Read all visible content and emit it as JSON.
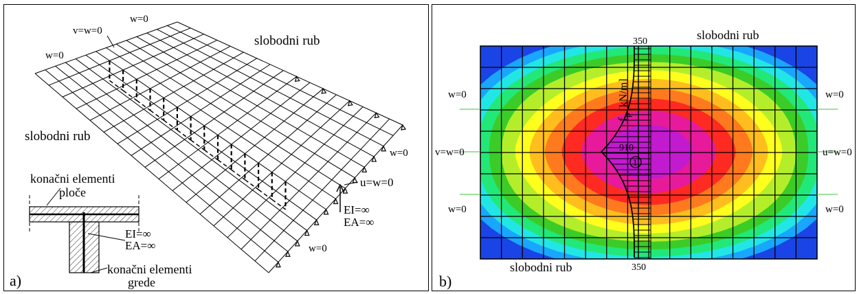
{
  "panel_a": {
    "label": "a)",
    "free_edge_top": "slobodni rub",
    "free_edge_left": "slobodni rub",
    "support_top_left": "v=w=0",
    "support_top": "w=0",
    "support_left": "w=0",
    "support_right": "w=0",
    "support_bottom": "w=0",
    "support_end": "u=w=0",
    "ei": "EI=∞",
    "ea": "EA=∞",
    "inset": {
      "plate_elements_line1": "konačni elementi",
      "plate_elements_line2": "ploče",
      "ei": "EI=∞",
      "ea": "EA=∞",
      "beam_elements_line1": "konačni elementi",
      "beam_elements_line2": "grede"
    }
  },
  "panel_b": {
    "label": "b)",
    "free_edge_top": "slobodni rub",
    "free_edge_bottom": "slobodni rub",
    "tick_top": "350",
    "tick_bottom": "350",
    "peak_value": "910",
    "fp_label_main": "f",
    "fp_label_sub": "p",
    "fp_label_unit": "[kN/m]",
    "circle_label": "1",
    "left_top": "w=0",
    "left_mid": "v=w=0",
    "left_bottom": "w=0",
    "right_top": "w=0",
    "right_mid": "u=w=0",
    "right_bottom": "w=0",
    "contour_colors": [
      "#1a44e6",
      "#19a6ff",
      "#22e6e6",
      "#22e87a",
      "#3ccc28",
      "#b4ee2a",
      "#ffff1e",
      "#ffbe1e",
      "#ff7a1e",
      "#ff2a22",
      "#e61a9a",
      "#c21ace"
    ]
  }
}
